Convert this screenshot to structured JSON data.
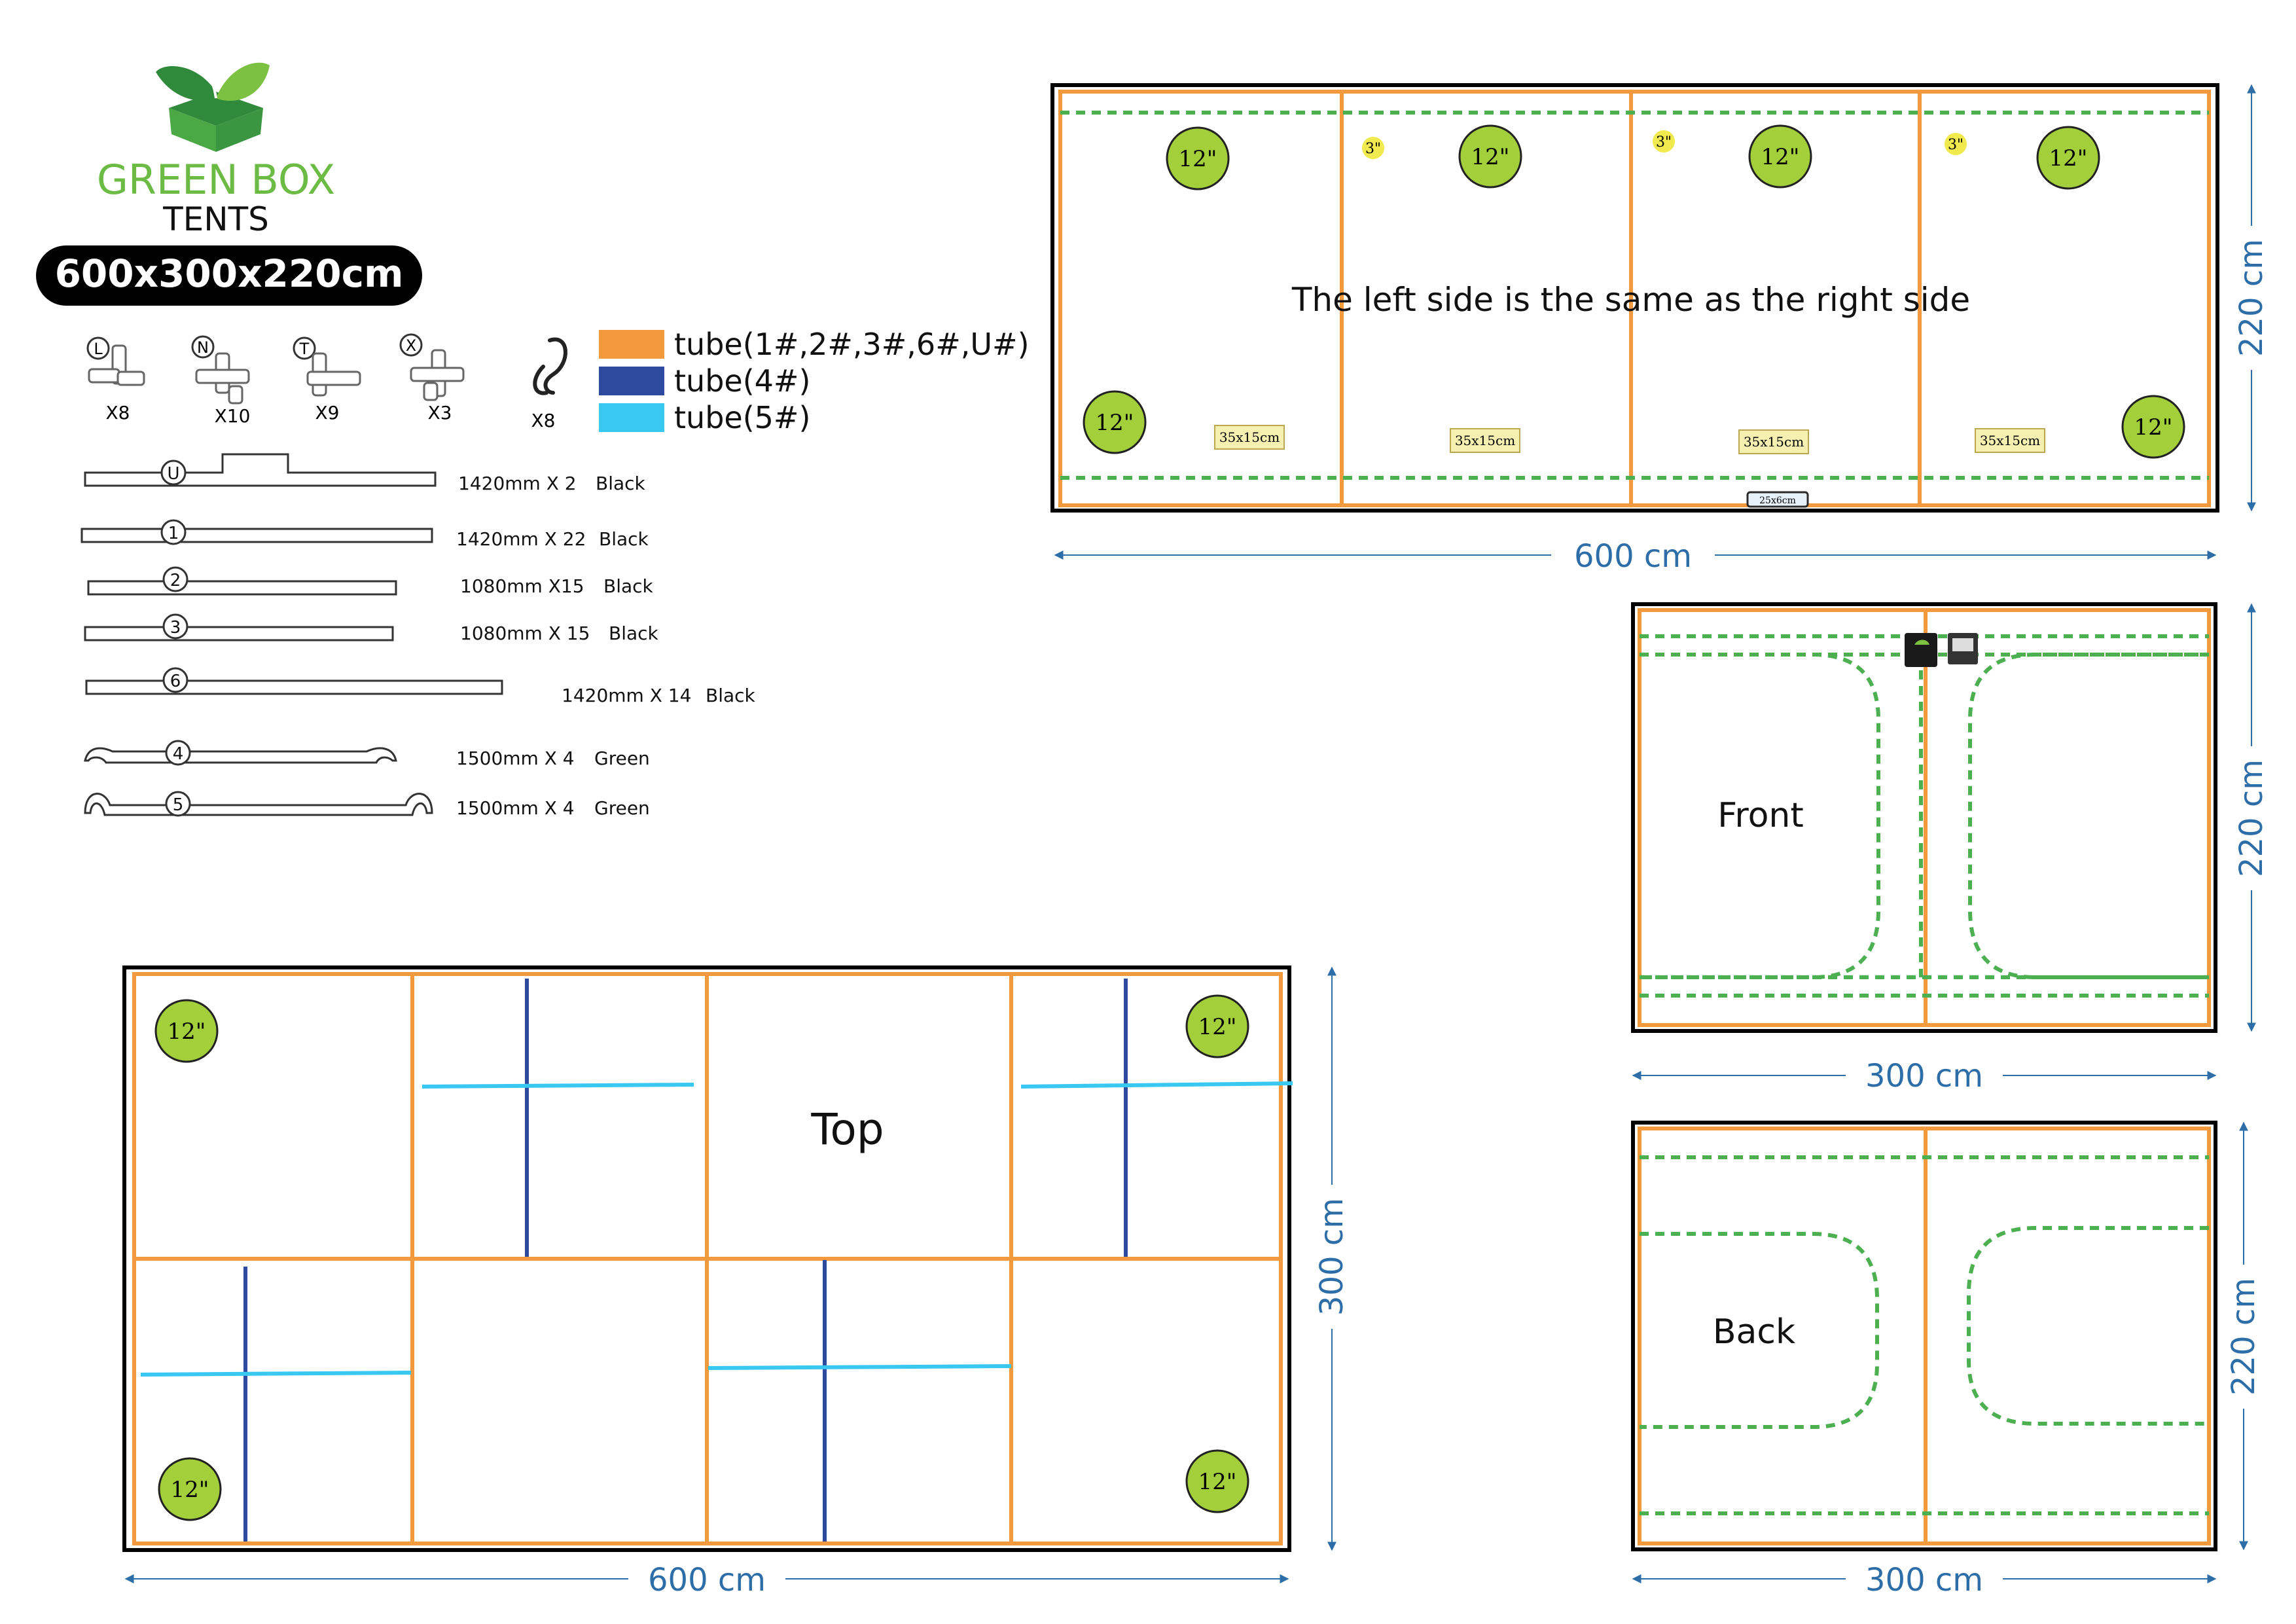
{
  "brand": {
    "name_line1": "GREEN BOX",
    "name_line2": "TENTS",
    "model": "600x300x220cm",
    "colors": {
      "green": "#6cbb45",
      "leaf_dark": "#2f8a3b",
      "leaf_light": "#7cc142"
    }
  },
  "connectors": [
    {
      "letter": "L",
      "qty": "X8"
    },
    {
      "letter": "N",
      "qty": "X10"
    },
    {
      "letter": "T",
      "qty": "X9"
    },
    {
      "letter": "X",
      "qty": "X3"
    }
  ],
  "hook": {
    "icon": "hook-icon",
    "qty": "X8"
  },
  "legend": [
    {
      "label": "tube(1#,2#,3#,6#,U#)",
      "color": "#f39a3f"
    },
    {
      "label": "tube(4#)",
      "color": "#2e4a9e"
    },
    {
      "label": "tube(5#)",
      "color": "#39c8f2"
    }
  ],
  "tubes": [
    {
      "code": "U",
      "length": "1420mm X 2",
      "color": "Black"
    },
    {
      "code": "1",
      "length": "1420mm X 22",
      "color": "Black"
    },
    {
      "code": "2",
      "length": "1080mm X15",
      "color": "Black"
    },
    {
      "code": "3",
      "length": "1080mm X 15",
      "color": "Black"
    },
    {
      "code": "6",
      "length": "1420mm X 14",
      "color": "Black"
    },
    {
      "code": "4",
      "length": "1500mm X 4",
      "color": "Green"
    },
    {
      "code": "5",
      "length": "1500mm X 4",
      "color": "Green"
    }
  ],
  "side_view": {
    "note": "The left side is the same as the right side",
    "width_label": "600 cm",
    "height_label": "220 cm",
    "port_label": "12\"",
    "small_port_label": "3\"",
    "vent_label": "35x15cm",
    "small_vent_label": "25x6cm"
  },
  "front_view": {
    "label": "Front",
    "width_label": "300 cm",
    "height_label": "220 cm"
  },
  "back_view": {
    "label": "Back",
    "width_label": "300 cm",
    "height_label": "220 cm"
  },
  "top_view": {
    "label": "Top",
    "width_label": "600 cm",
    "height_label": "300 cm",
    "port_label": "12\""
  }
}
